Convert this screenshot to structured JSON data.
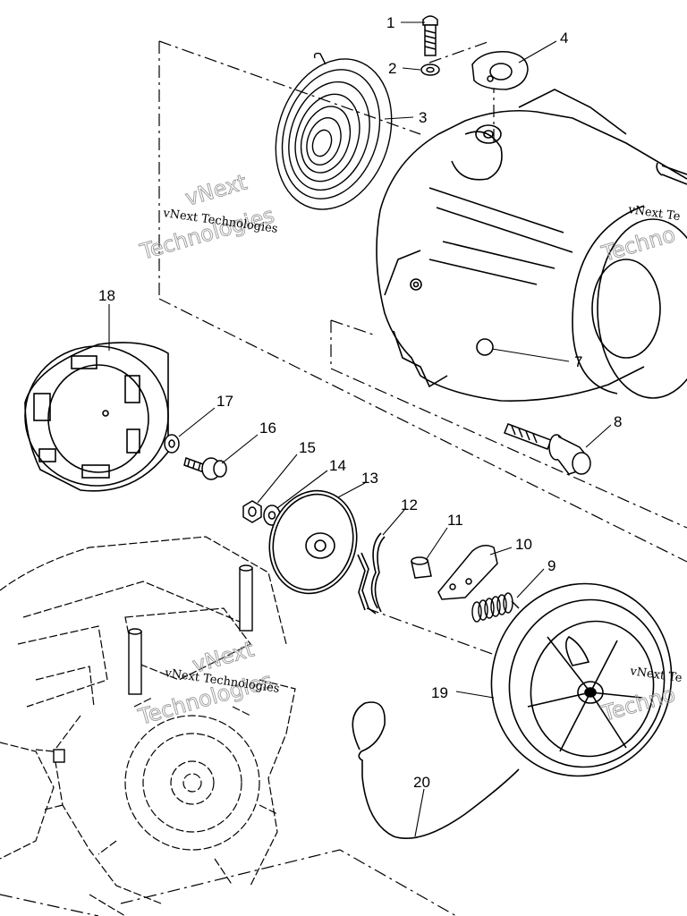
{
  "diagram": {
    "type": "exploded-parts-diagram",
    "callouts": [
      "1",
      "2",
      "3",
      "4",
      "7",
      "8",
      "18",
      "17",
      "16",
      "15",
      "14",
      "13",
      "12",
      "11",
      "10",
      "9",
      "19",
      "20"
    ],
    "watermark": {
      "small": "vNext Technologies",
      "large_line1": "vNext",
      "large_line2": "Technologies",
      "partial_small": "vNext Te",
      "partial_large": "Techno"
    },
    "colors": {
      "line": "#000000",
      "background": "#ffffff",
      "watermark_outline": "#9a9a9a"
    }
  }
}
